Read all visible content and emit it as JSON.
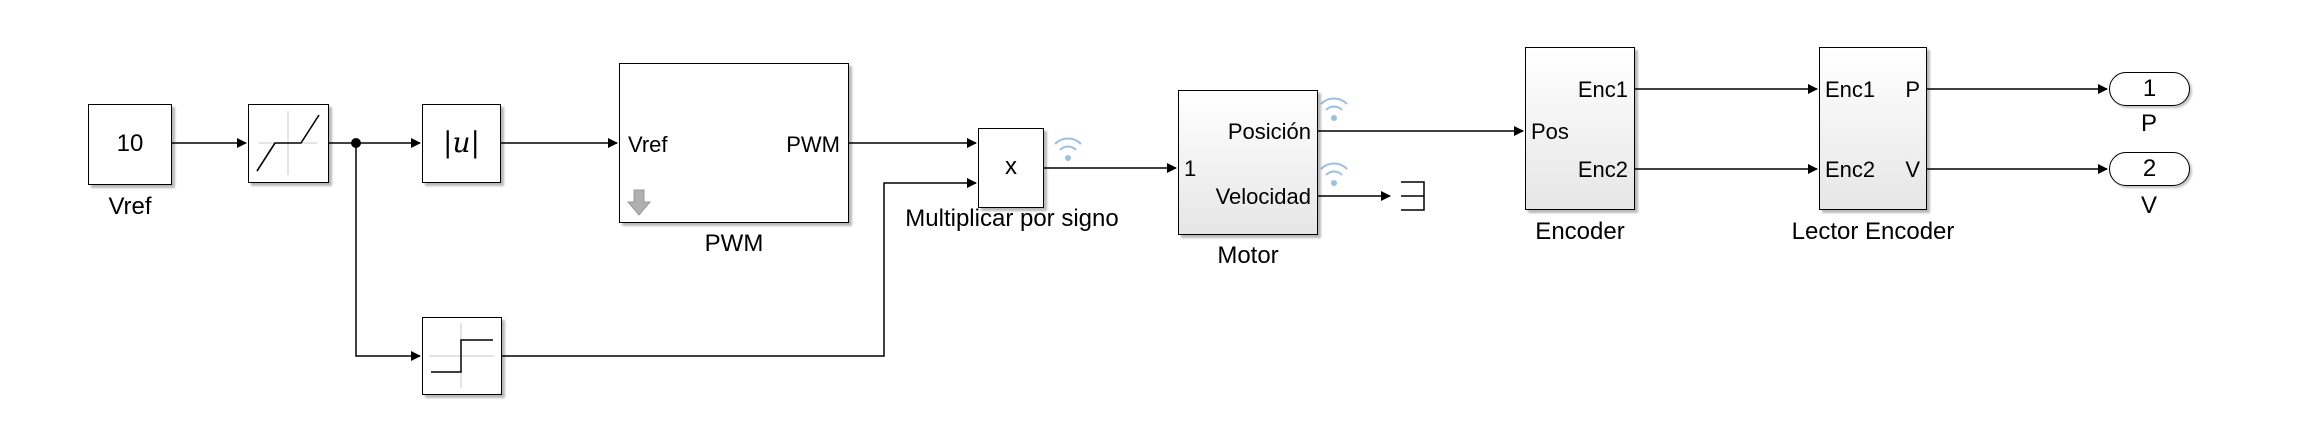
{
  "blocks": {
    "vref_const": {
      "value": "10",
      "label": "Vref"
    },
    "saturation": {
      "label": ""
    },
    "abs": {
      "symbol": "|u|"
    },
    "sign": {
      "label": ""
    },
    "pwm": {
      "in_port": "Vref",
      "out_port": "PWM",
      "label": "PWM"
    },
    "product": {
      "symbol": "x",
      "label": "Multiplicar por signo"
    },
    "motor": {
      "in_port": "1",
      "out_port_1": "Posición",
      "out_port_2": "Velocidad",
      "label": "Motor"
    },
    "encoder": {
      "in_port": "Pos",
      "out_port_1": "Enc1",
      "out_port_2": "Enc2",
      "label": "Encoder"
    },
    "lector": {
      "in_port_1": "Enc1",
      "in_port_2": "Enc2",
      "out_port_1": "P",
      "out_port_2": "V",
      "label": "Lector Encoder"
    },
    "outport_p": {
      "number": "1",
      "label": "P"
    },
    "outport_v": {
      "number": "2",
      "label": "V"
    }
  },
  "icons": [
    "saturation-icon",
    "sign-icon",
    "signal-logging-icon",
    "terminator-icon",
    "down-arrow-icon"
  ],
  "colors": {
    "line": "#000000",
    "logging": "#9bbfe0",
    "block_shade": "#e6e6e6"
  }
}
